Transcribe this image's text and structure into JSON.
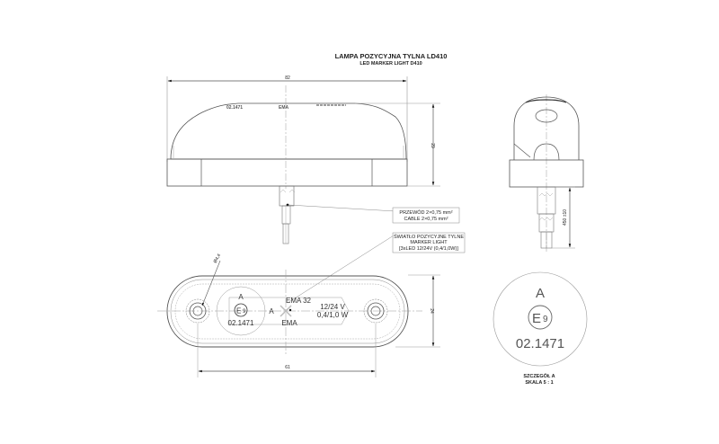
{
  "drawing": {
    "title": "LAMPA POZYCYJNA TYLNA LD410",
    "subtitle": "LED MARKER LIGHT D410"
  },
  "dimensions": {
    "overall_length": "82",
    "height": "29",
    "hole_spacing": "61",
    "width": "24",
    "hole_diameter": "Ø4,4",
    "cable_length": "450 ±10"
  },
  "top_view_labels": {
    "approval_number": "02.1471",
    "brand": "EMA"
  },
  "callouts": {
    "cable": {
      "line1": "PRZEWÓD 2×0,75 mm²",
      "line2": "CABLE 2×0,75 mm²"
    },
    "light": {
      "line1": "ŚWIATŁO POZYCYJNE TYLNE",
      "line2": "MARKER LIGHT",
      "line3": "[3xLED 12/24V (0,4/1,0W)]"
    }
  },
  "front_view_labels": {
    "mark_a": "A",
    "e_mark": "E9",
    "e_letter": "E",
    "e_digit": "9",
    "approval_number": "02.1471",
    "section_a": "A",
    "brand_code": "EMA 32",
    "brand": "EMA",
    "voltage": "12/24 V",
    "power": "0,4/1,0 W"
  },
  "detail": {
    "mark_a": "A",
    "e_letter": "E",
    "e_digit": "9",
    "approval_number": "02.1471",
    "caption_line1": "SZCZEGÓŁ A",
    "caption_line2": "SKALA 5 : 1"
  },
  "colors": {
    "line": "#555555",
    "thin": "#888888",
    "text": "#222222",
    "background": "#ffffff"
  }
}
